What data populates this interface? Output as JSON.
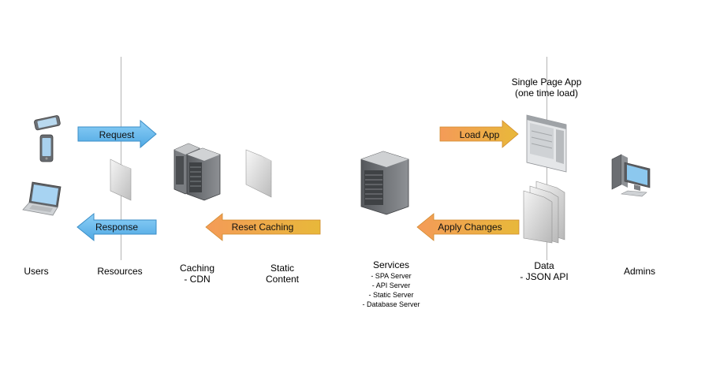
{
  "columns": {
    "users": "Users",
    "resources": "Resources",
    "caching": [
      "Caching",
      "- CDN"
    ],
    "static": [
      "Static",
      "Content"
    ],
    "services": "Services",
    "services_list": [
      "- SPA Server",
      "- API Server",
      "- Static Server",
      "- Database Server"
    ],
    "data": [
      "Data",
      "- JSON API"
    ],
    "admins": "Admins",
    "spa": [
      "Single Page App",
      "(one time load)"
    ]
  },
  "arrows": {
    "request": "Request",
    "response": "Response",
    "reset_caching": "Reset Caching",
    "load_app": "Load App",
    "apply_changes": "Apply Changes"
  },
  "colors": {
    "blue_arrow": "#6ab7ea",
    "orange_arrow_start": "#f59a55",
    "orange_arrow_end": "#e8b83a",
    "divider": "#b5b5b5"
  },
  "icons": [
    "phone-icon",
    "tablet-icon",
    "laptop-icon",
    "document-icon",
    "server-rack-icon",
    "server-tower-icon",
    "browser-window-icon",
    "document-stack-icon",
    "desktop-computer-icon"
  ]
}
